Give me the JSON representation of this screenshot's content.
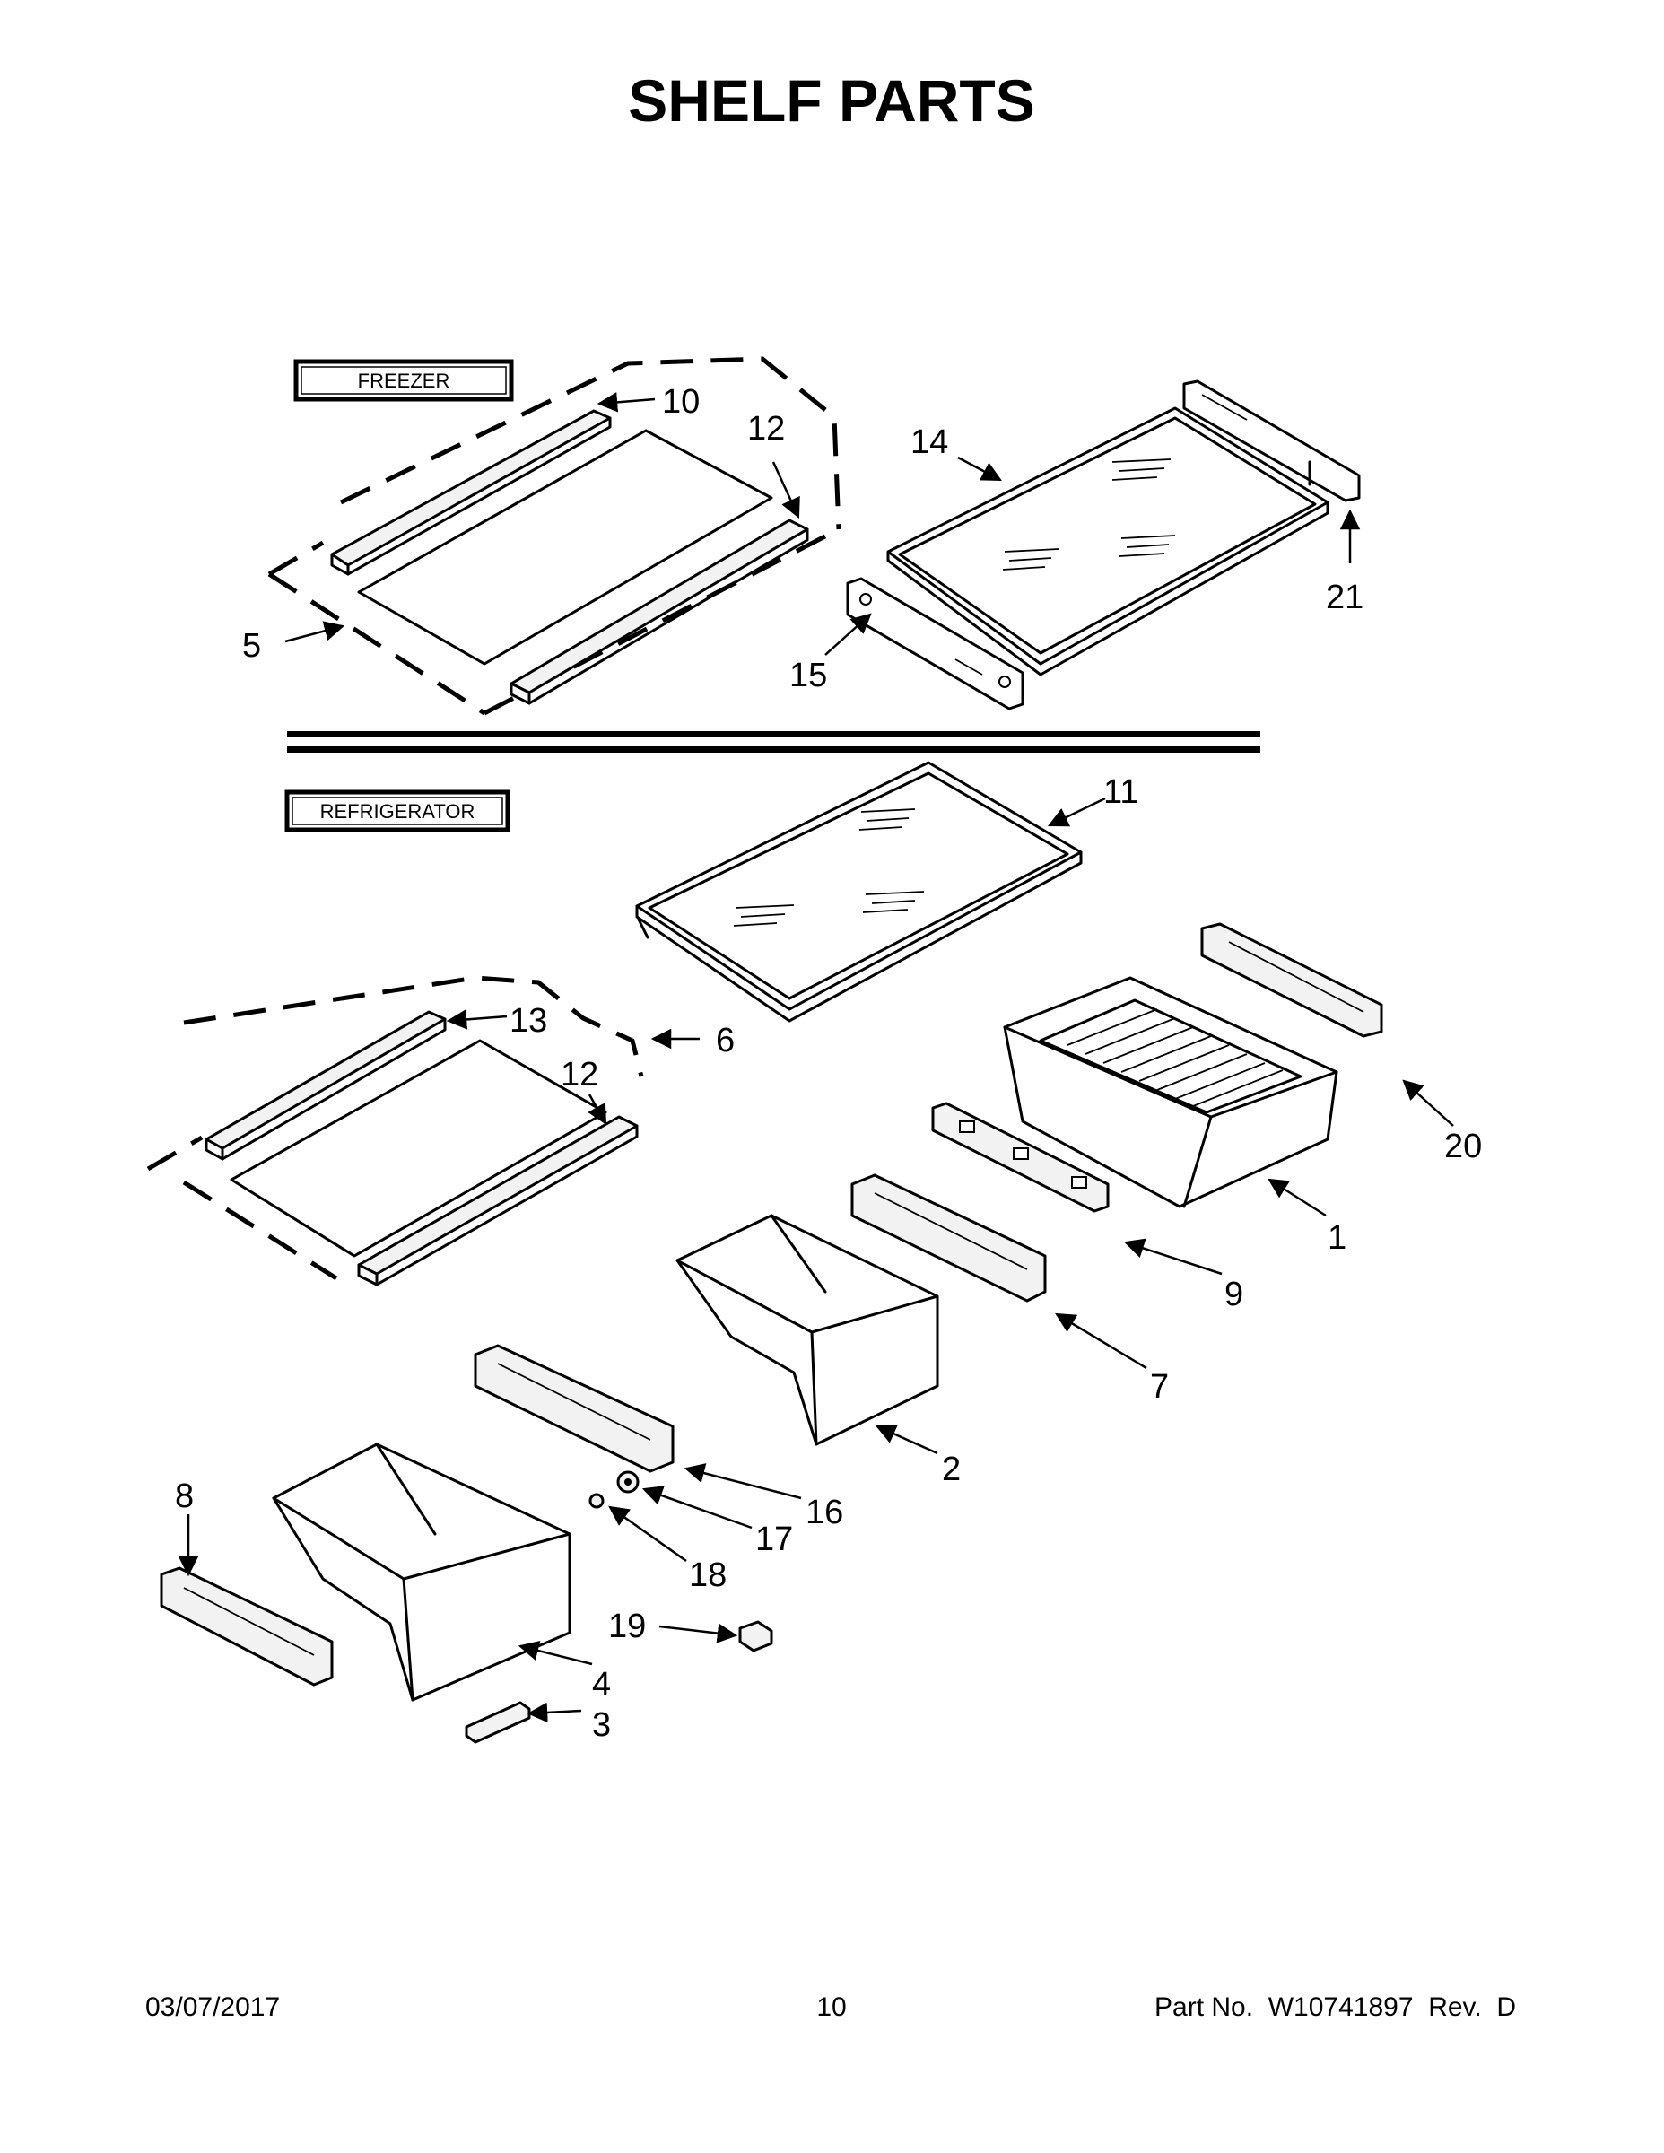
{
  "title": "SHELF PARTS",
  "sections": {
    "freezer": "FREEZER",
    "refrigerator": "REFRIGERATOR"
  },
  "callouts": {
    "c1": "1",
    "c2": "2",
    "c3": "3",
    "c4": "4",
    "c5": "5",
    "c6": "6",
    "c7": "7",
    "c8": "8",
    "c9": "9",
    "c10": "10",
    "c11": "11",
    "c12a": "12",
    "c12b": "12",
    "c13": "13",
    "c14": "14",
    "c15": "15",
    "c16": "16",
    "c17": "17",
    "c18": "18",
    "c19": "19",
    "c20": "20",
    "c21": "21"
  },
  "footer": {
    "date": "03/07/2017",
    "page": "10",
    "part_no": "Part No.  W10741897  Rev.  D"
  }
}
